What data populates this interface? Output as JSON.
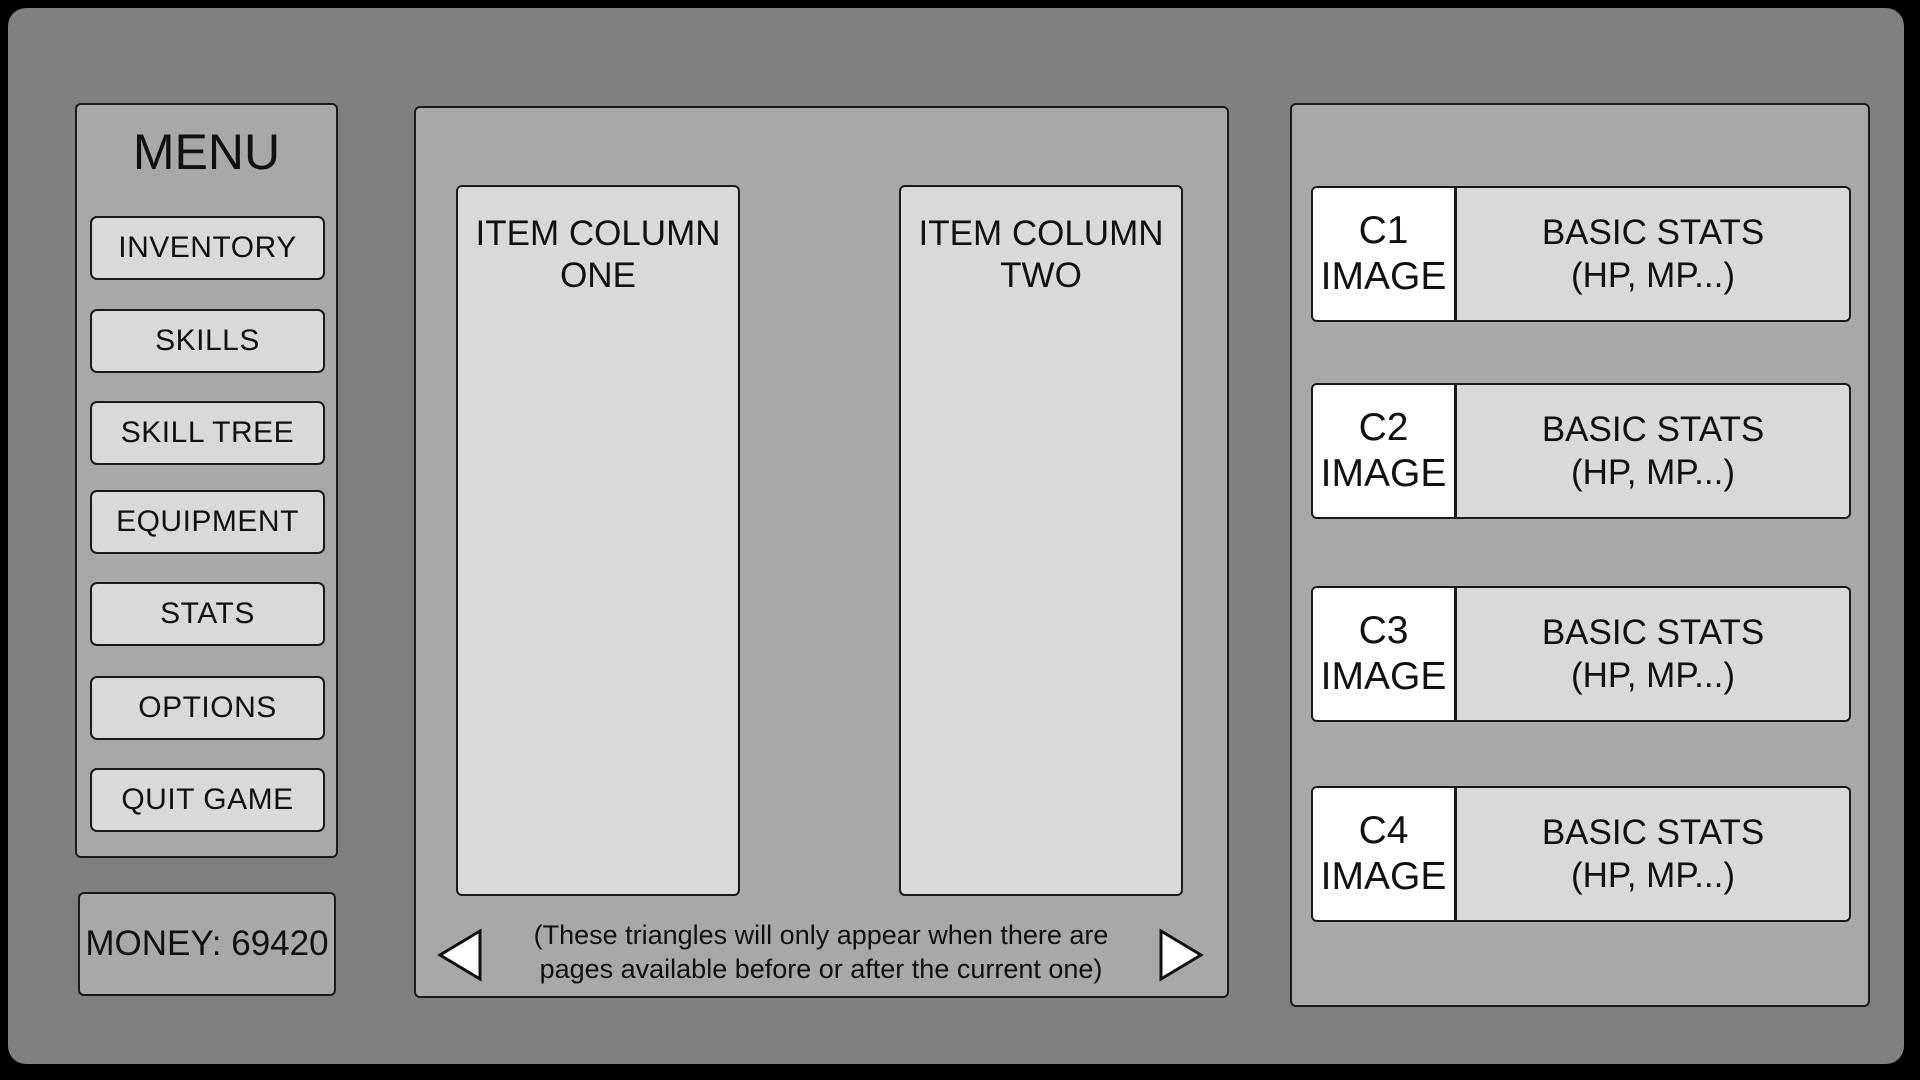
{
  "menu": {
    "title": "MENU",
    "items": [
      {
        "label": "INVENTORY"
      },
      {
        "label": "SKILLS"
      },
      {
        "label": "SKILL TREE"
      },
      {
        "label": "EQUIPMENT"
      },
      {
        "label": "STATS"
      },
      {
        "label": "OPTIONS"
      },
      {
        "label": "QUIT GAME"
      }
    ]
  },
  "money": {
    "text": "MONEY: 69420"
  },
  "items_panel": {
    "column_one": {
      "line1": "ITEM COLUMN",
      "line2": "ONE"
    },
    "column_two": {
      "line1": "ITEM COLUMN",
      "line2": "TWO"
    },
    "pagination_note": "(These triangles will only appear when there are pages available before or after the current one)",
    "icons": {
      "prev": "triangle-left-icon",
      "next": "triangle-right-icon"
    }
  },
  "party": {
    "members": [
      {
        "id": "C1",
        "image_label": "IMAGE",
        "stats_line1": "BASIC STATS",
        "stats_line2": "(HP, MP...)"
      },
      {
        "id": "C2",
        "image_label": "IMAGE",
        "stats_line1": "BASIC STATS",
        "stats_line2": "(HP, MP...)"
      },
      {
        "id": "C3",
        "image_label": "IMAGE",
        "stats_line1": "BASIC STATS",
        "stats_line2": "(HP, MP...)"
      },
      {
        "id": "C4",
        "image_label": "IMAGE",
        "stats_line1": "BASIC STATS",
        "stats_line2": "(HP, MP...)"
      }
    ]
  },
  "colors": {
    "frame": "#808080",
    "panel": "#a8a8a8",
    "button": "#d9d9d9",
    "portrait": "#ffffff",
    "border": "#1a1a1a"
  }
}
